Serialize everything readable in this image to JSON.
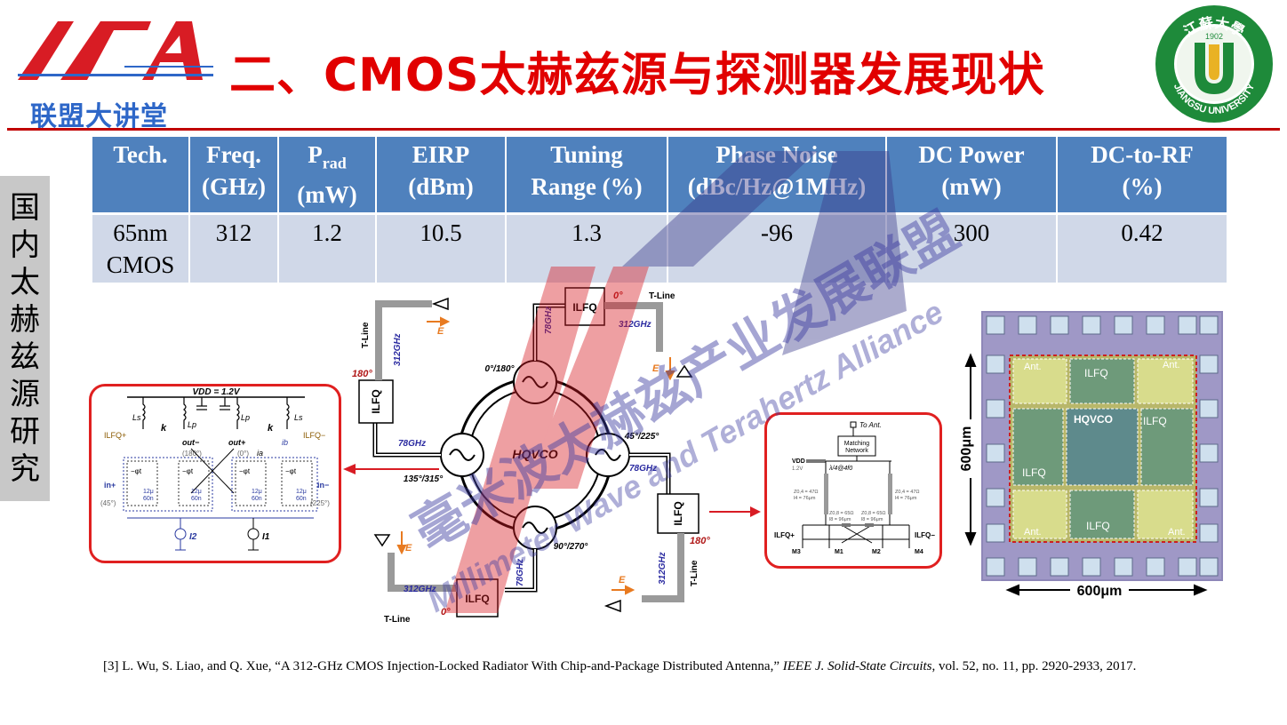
{
  "header": {
    "logo_text": "联盟大讲堂",
    "title": "二、CMOS太赫兹源与探测器发展现状",
    "university_seal": {
      "name_text": "JIANGSU UNIVERSITY",
      "year": "1902",
      "chinese_text": "江蘇大學",
      "letter": "U"
    }
  },
  "side_tab": {
    "chars": [
      "国",
      "内",
      "太",
      "赫",
      "兹",
      "源",
      "研",
      "究"
    ]
  },
  "table": {
    "headers": [
      "Tech.",
      "Freq. (GHz)",
      "P_rad (mW)",
      "EIRP (dBm)",
      "Tuning Range (%)",
      "Phase Noise (dBc/Hz@1MHz)",
      "DC Power (mW)",
      "DC-to-RF (%)"
    ],
    "header_parts": {
      "tech": "Tech.",
      "freq": "Freq.",
      "freq_unit": "(GHz)",
      "prad_p": "P",
      "prad_sub": "rad",
      "prad_unit": "(mW)",
      "eirp": "EIRP",
      "eirp_unit": "(dBm)",
      "tuning": "Tuning",
      "tuning_unit": "Range (%)",
      "phase": "Phase Noise",
      "phase_unit": "(dBc/Hz@1MHz)",
      "dc": "DC Power",
      "dc_unit": "(mW)",
      "eff": "DC-to-RF",
      "eff_unit": "(%)"
    },
    "row": {
      "tech_1": "65nm",
      "tech_2": "CMOS",
      "freq": "312",
      "prad": "1.2",
      "eirp": "10.5",
      "tuning": "1.3",
      "phase_noise": "-96",
      "dc_power": "300",
      "efficiency": "0.42"
    }
  },
  "figure_center": {
    "center_label": "HQVCO",
    "ilfq": "ILFQ",
    "t_line": "T-Line",
    "f312": "312GHz",
    "f78": "78GHz",
    "e": "E",
    "phase_0_180": "0°/180°",
    "phase_45_225": "45°/225°",
    "phase_90_270": "90°/270°",
    "phase_135_315": "135°/315°",
    "deg0": "0°",
    "deg180": "180°"
  },
  "figure_left": {
    "vdd": "VDD = 1.2V",
    "ls": "Ls",
    "lp": "Lp",
    "k": "k",
    "ilfq_plus": "ILFQ+",
    "ilfq_minus": "ILFQ−",
    "out_minus": "out−",
    "out_plus": "out+",
    "deg180": "(180°)",
    "deg0": "(0°)",
    "ia": "ia",
    "ib": "ib",
    "i": "i",
    "phi": "−φt",
    "size": "12μ",
    "len": "60n",
    "in_plus": "in+",
    "in_minus": "in−",
    "deg45": "(45°)",
    "deg225": "(225°)",
    "i2": "I2",
    "i1": "I1"
  },
  "figure_right": {
    "to_ant": "To Ant.",
    "matching": "Matching",
    "network": "Network",
    "vdd": "VDD",
    "v12": "1.2V",
    "lambda": "λ/4@4f0",
    "z_l1": "Z0,4 = 47Ω",
    "l_l1": "l4 = 76μm",
    "z_r1": "Z0,4 = 47Ω",
    "l_r1": "l4 = 76μm",
    "z_m1": "Z0,8 = 65Ω",
    "l_m1": "l8 = 96μm",
    "z_m2": "Z0,8 = 65Ω",
    "l_m2": "l8 = 96μm",
    "ilfq_plus": "ILFQ+",
    "ilfq_minus": "ILFQ−",
    "m1": "M1",
    "m2": "M2",
    "m3": "M3",
    "m4": "M4"
  },
  "figure_chip": {
    "dim_h": "600μm",
    "dim_v": "600μm",
    "ant": "Ant.",
    "ilfq": "ILFQ",
    "hqvco": "HQVCO"
  },
  "reference": {
    "pre": "[3] L. Wu, S. Liao, and Q. Xue, “A 312-GHz CMOS Injection-Locked Radiator With Chip-and-Package Distributed Antenna,” ",
    "journal": "IEEE J. Solid-State Circuits",
    "post": ", vol.  52, no. 11, pp.  2920-2933, 2017."
  },
  "watermark": {
    "cn": "毫米波太赫兹产业发展联盟",
    "en": "Millimeter Wave and Terahertz Alliance"
  },
  "colors": {
    "title_red": "#e10000",
    "table_header": "#4f81bd",
    "table_row": "#d0d8e8",
    "logo_blue": "#2e67c8",
    "box_red": "#e02020"
  }
}
